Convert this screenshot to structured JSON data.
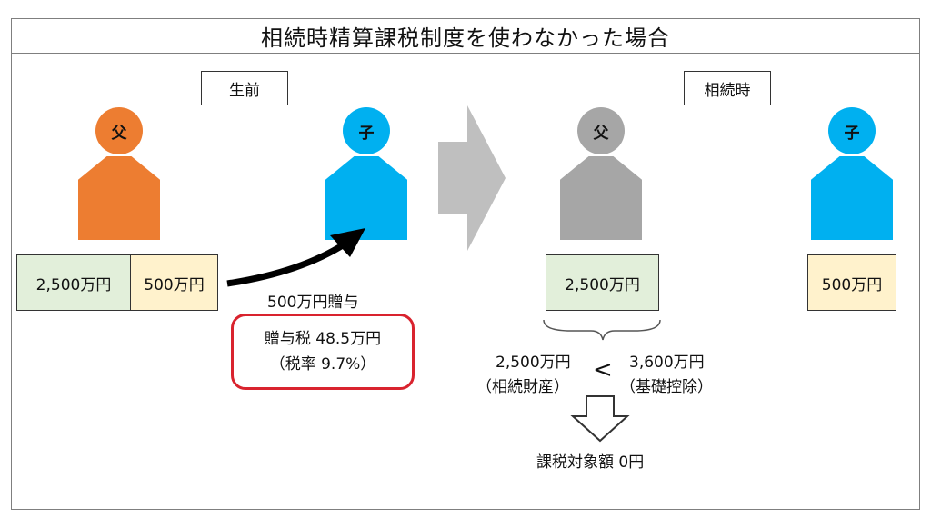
{
  "title": "相続時精算課税制度を使わなかった場合",
  "sections": {
    "before": "生前",
    "at_inheritance": "相続時"
  },
  "people": {
    "father_left": {
      "label": "父",
      "color": "#ED7D31"
    },
    "child_left": {
      "label": "子",
      "color": "#00B0F0"
    },
    "father_right": {
      "label": "父",
      "color": "#A6A6A6"
    },
    "child_right": {
      "label": "子",
      "color": "#00B0F0"
    }
  },
  "amounts": {
    "father_before_main": "2,500万円",
    "father_before_gift": "500万円",
    "father_after": "2,500万円",
    "child_after": "500万円"
  },
  "gift": {
    "label": "500万円贈与",
    "tax_line1": "贈与税 48.5万円",
    "tax_line2": "（税率 9.7%）"
  },
  "comparison": {
    "left_value": "2,500万円",
    "left_caption": "（相続財産）",
    "symbol": "<",
    "right_value": "3,600万円",
    "right_caption": "（基礎控除）"
  },
  "result": "課税対象額 0円",
  "colors": {
    "green_box": "#E2EFDA",
    "yellow_box": "#FFF2CC",
    "transition_arrow": "#BFBFBF",
    "tax_border": "#D9232E"
  }
}
